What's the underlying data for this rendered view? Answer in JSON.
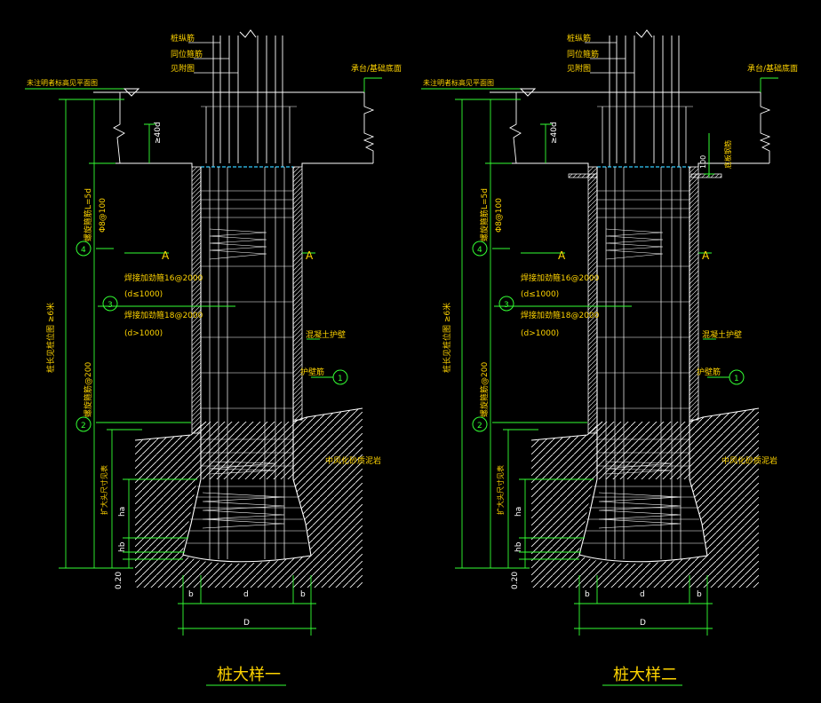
{
  "colors": {
    "background": "#000000",
    "lines": "#ffffff",
    "dims": "#33ff33",
    "text": "#ffd400",
    "cyan": "#33ccff"
  },
  "details": [
    {
      "title": "桩大样一",
      "labels": {
        "bar_main": "桩纵筋",
        "bar_tie": "同位箍筋",
        "bar_cap": "见附图",
        "cap_note": "承台/基础底面",
        "ground": "未注明者标高见平面图",
        "anchor": "≥40d",
        "spiral": "螺旋箍筋L=5d",
        "spiral_spec": "Φ8@100",
        "stir": "螺旋箍筋@200",
        "ring1": "焊接加劲箍16@2000",
        "ring1b": "(d≤1000)",
        "ring2": "焊接加劲箍18@2000",
        "ring2b": "(d>1000)",
        "wall": "混凝土护壁",
        "wall_bar": "护壁筋",
        "rock": "中风化砂质泥岩",
        "bell_note": "扩大头尺寸见表",
        "pile_len": "桩长见桩位图 ≥6米",
        "sec_a": "A",
        "c1": "1",
        "c2": "2",
        "c3": "3",
        "c4": "4",
        "h_a": "ha",
        "h_b": "hb",
        "h_c": "0.20",
        "dim_b": "b",
        "dim_d": "d",
        "dim_D": "D"
      }
    },
    {
      "title": "桩大样二",
      "labels": {
        "bar_main": "桩纵筋",
        "bar_tie": "同位箍筋",
        "bar_cap": "见附图",
        "cap_note": "承台/基础底面",
        "ground": "未注明者标高见平面图",
        "anchor": "≥40d",
        "cover": "100",
        "cap_bar": "底板钢筋",
        "spiral": "螺旋箍筋L=5d",
        "spiral_spec": "Φ8@100",
        "stir": "螺旋箍筋@200",
        "ring1": "焊接加劲箍16@2000",
        "ring1b": "(d≤1000)",
        "ring2": "焊接加劲箍18@2000",
        "ring2b": "(d>1000)",
        "wall": "混凝土护壁",
        "wall_bar": "护壁筋",
        "rock": "中风化砂质泥岩",
        "bell_note": "扩大头尺寸见表",
        "pile_len": "桩长见桩位图 ≥6米",
        "sec_a": "A",
        "c1": "1",
        "c2": "2",
        "c3": "3",
        "c4": "4",
        "h_a": "ha",
        "h_b": "hb",
        "h_c": "0.20",
        "dim_b": "b",
        "dim_d": "d",
        "dim_D": "D"
      }
    }
  ]
}
